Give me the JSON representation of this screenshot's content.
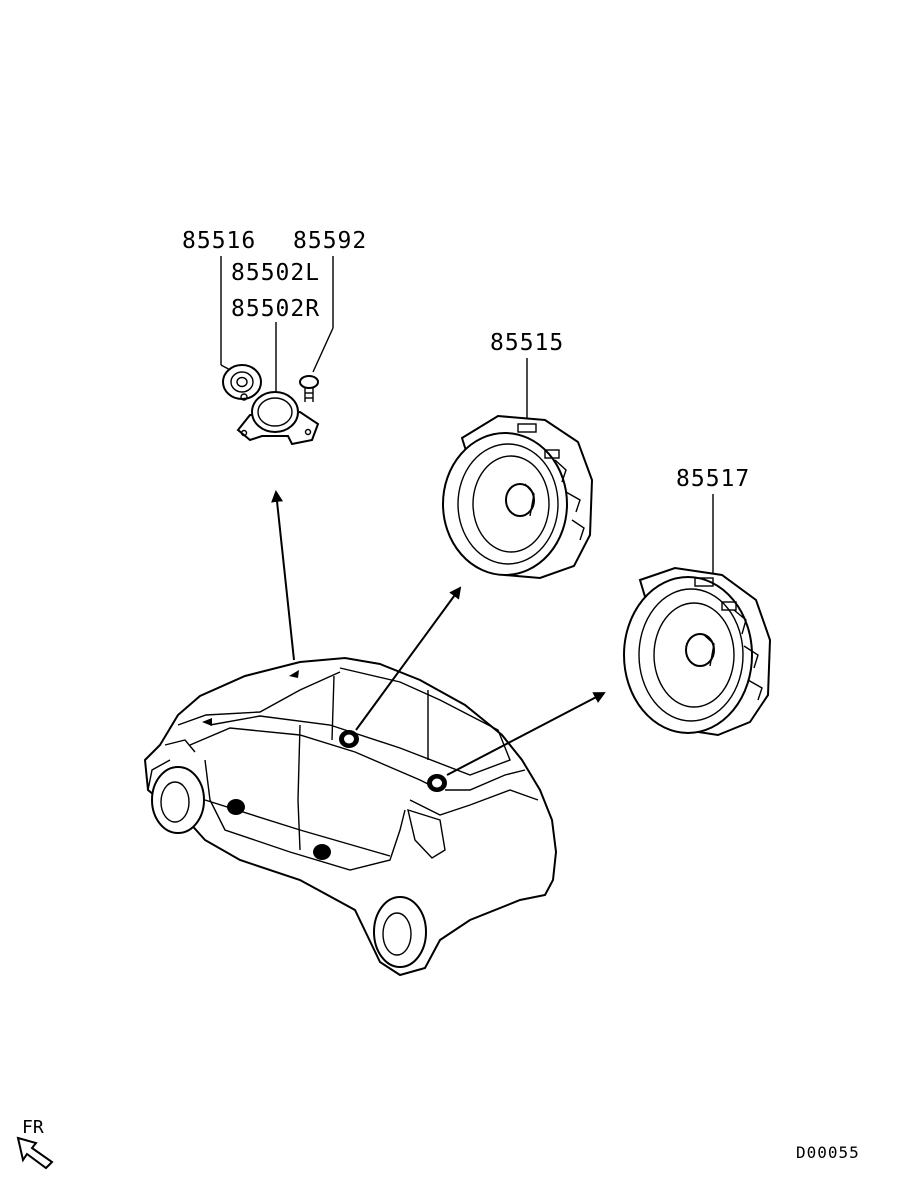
{
  "labels": {
    "p85516": "85516",
    "p85592": "85592",
    "p85502L": "85502L",
    "p85502R": "85502R",
    "p85515": "85515",
    "p85517": "85517"
  },
  "orientation": "FR",
  "diagram_id": "D00055"
}
